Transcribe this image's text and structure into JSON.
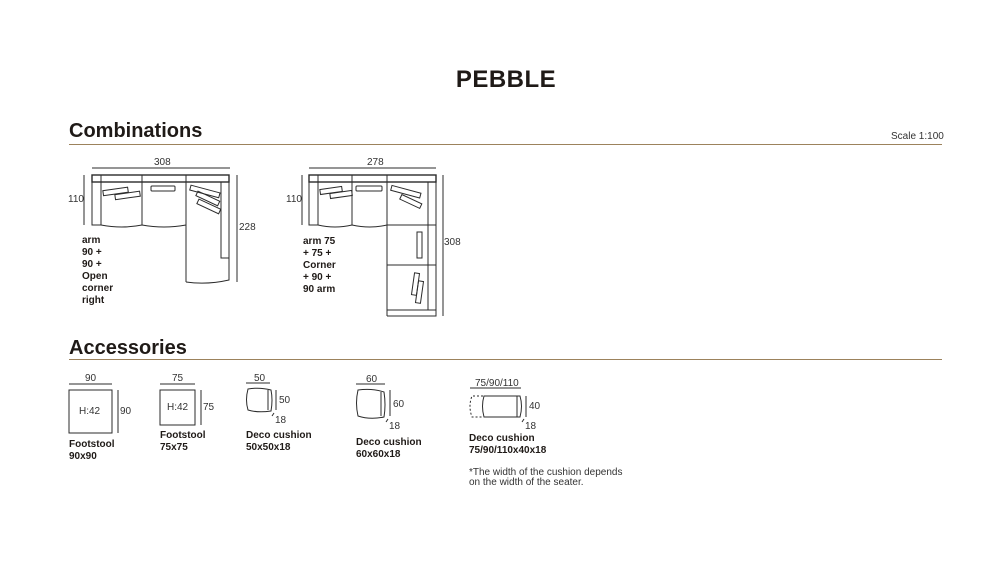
{
  "title": "PEBBLE",
  "sections": {
    "combinations": {
      "heading": "Combinations",
      "scale": "Scale 1:100",
      "items": [
        {
          "width": "308",
          "depth": "110",
          "length": "228",
          "label_line1": "arm 90 + 90 +",
          "label_line2": "Open corner right"
        },
        {
          "width": "278",
          "depth": "110",
          "length": "308",
          "label_line1": "arm 75 + 75 +",
          "label_line2": "Corner + 90 +",
          "label_line3": "90 arm"
        }
      ]
    },
    "accessories": {
      "heading": "Accessories",
      "items": [
        {
          "width": "90",
          "height": "90",
          "inner": "H:42",
          "name": "Footstool",
          "size": "90x90"
        },
        {
          "width": "75",
          "height": "75",
          "inner": "H:42",
          "name": "Footstool",
          "size": "75x75"
        },
        {
          "width": "50",
          "height": "50",
          "depth": "18",
          "name": "Deco cushion",
          "size": "50x50x18"
        },
        {
          "width": "60",
          "height": "60",
          "depth": "18",
          "name": "Deco cushion",
          "size": "60x60x18"
        },
        {
          "width": "75/90/110",
          "height": "40",
          "depth": "18",
          "name": "Deco cushion",
          "size": "75/90/110x40x18"
        }
      ],
      "footnote_line1": "*The width of the cushion depends",
      "footnote_line2": "on the width of the seater."
    }
  }
}
